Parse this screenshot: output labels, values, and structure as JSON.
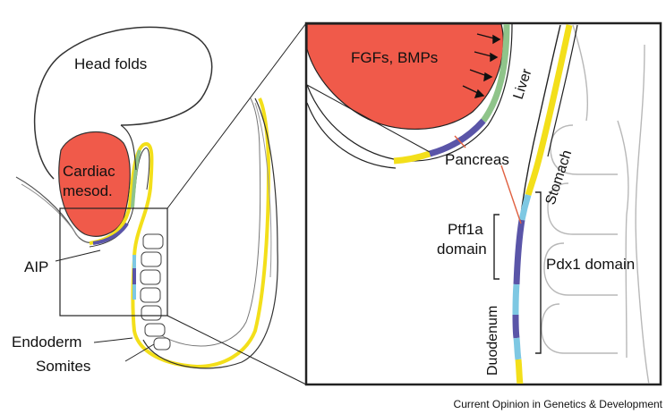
{
  "figure": {
    "labels": {
      "head_folds": "Head folds",
      "cardiac_line1": "Cardiac",
      "cardiac_line2": "mesod.",
      "aip": "AIP",
      "endoderm": "Endoderm",
      "somites": "Somites",
      "signals": "FGFs, BMPs",
      "liver": "Liver",
      "pancreas": "Pancreas",
      "stomach": "Stomach",
      "ptf1a_line1": "Ptf1a",
      "ptf1a_line2": "domain",
      "pdx1": "Pdx1 domain",
      "duodenum": "Duodenum"
    },
    "credit": "Current Opinion in Genetics & Development"
  },
  "colors": {
    "cardiac_mesoderm": "#f05a4a",
    "liver_domain": "#8fc48a",
    "pancreas_domain": "#5a55a8",
    "pdx1_light": "#7ec8e3",
    "endoderm_yellow": "#f3df1a",
    "outline": "#222222",
    "somite_outline": "#b8b8b8"
  }
}
